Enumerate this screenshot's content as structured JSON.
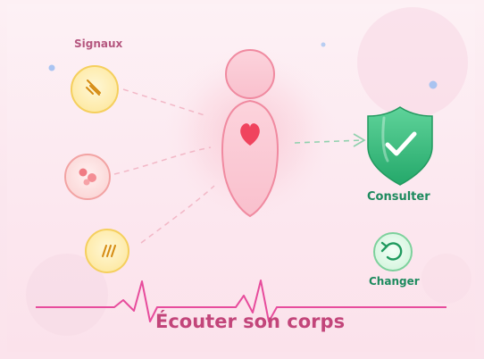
{
  "labels": {
    "signals": "Signaux",
    "consult": "Consulter",
    "change": "Changer",
    "title": "Écouter son corps"
  },
  "icons": {
    "signal_1": "diagonal-lines-icon",
    "signal_2": "dots-icon",
    "signal_3": "triple-slash-icon",
    "heart": "heart-icon",
    "consult": "shield-check-icon",
    "change": "refresh-icon"
  },
  "colors": {
    "background": "#fce9f0",
    "body_outline": "#f08aa0",
    "heart": "#f0445e",
    "accent_green": "#2fae72",
    "title": "#c2457a",
    "pulse_line": "#e74c9c"
  }
}
